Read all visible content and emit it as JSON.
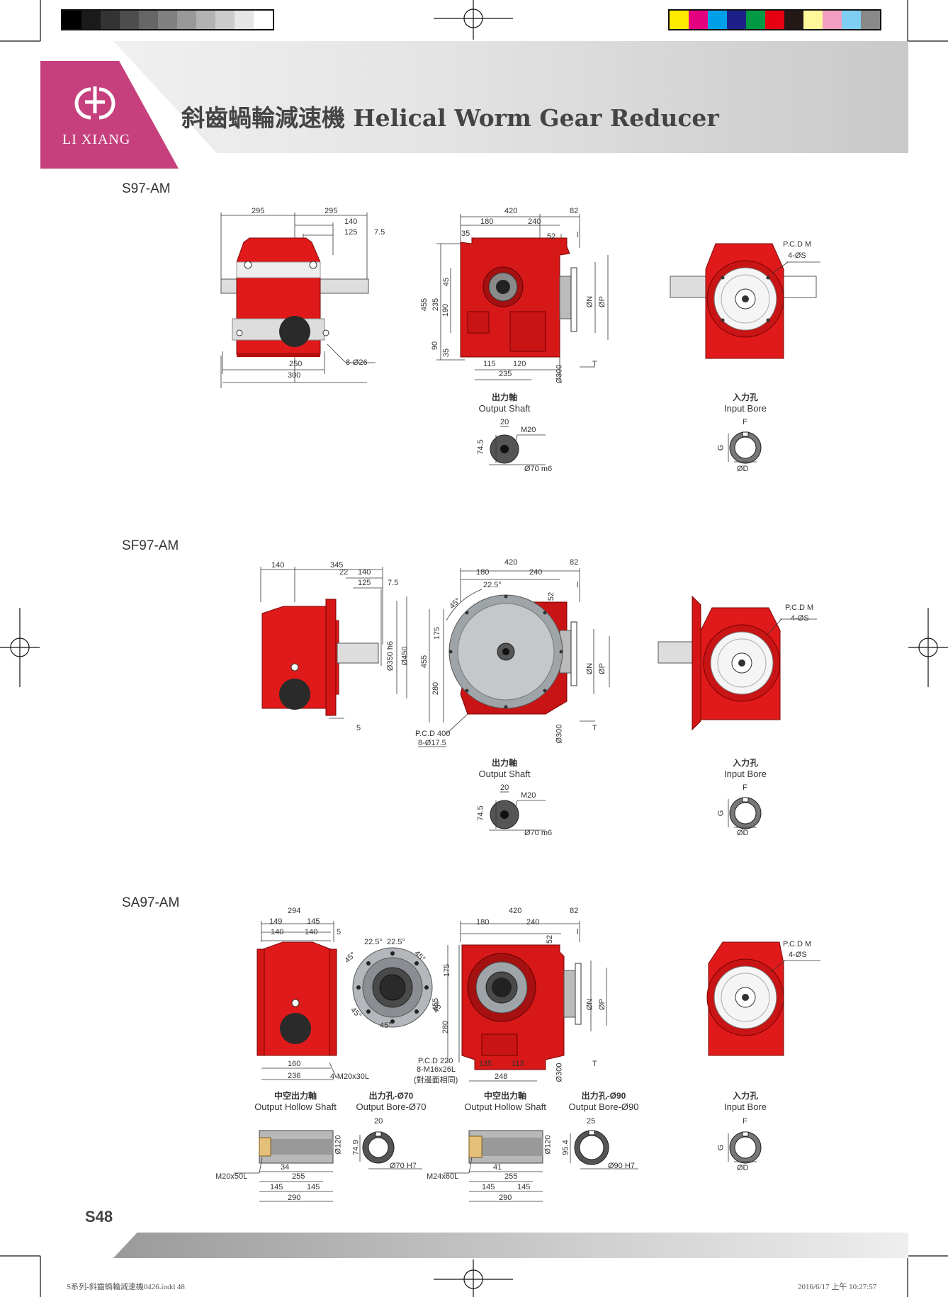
{
  "colors": {
    "brand": "#c5407c",
    "gear_red": "#e01a1a",
    "flange_gray": "#9ea4a8"
  },
  "header": {
    "brand": "LI XIANG",
    "title": "斜齒蝸輪減速機 Helical Worm Gear Reducer"
  },
  "sections": [
    {
      "name": "S97-AM",
      "dims": {
        "a": "295",
        "b": "295",
        "c": "140",
        "d": "125",
        "e": "7.5",
        "f": "250",
        "g": "300",
        "h": "8-Ø26",
        "w420": "420",
        "w180": "180",
        "w240": "240",
        "w82": "82",
        "w35": "35",
        "w52": "52",
        "h455": "455",
        "h235": "235",
        "h45": "45",
        "h190": "190",
        "h90": "90",
        "h35": "35",
        "b115": "115",
        "b120": "120",
        "b235": "235",
        "d300": "Ø300",
        "T": "T",
        "N": "ØN",
        "P": "ØP",
        "l": "l",
        "pcd": "P.C.D M",
        "s": "4-ØS"
      },
      "out": {
        "zh": "出力軸",
        "en": "Output Shaft",
        "k20": "20",
        "m20": "M20",
        "h745": "74.5",
        "phi": "Ø70 m6"
      },
      "inp": {
        "zh": "入力孔",
        "en": "Input Bore",
        "F": "F",
        "G": "G",
        "D": "ØD"
      }
    },
    {
      "name": "SF97-AM",
      "dims": {
        "a": "140",
        "b": "345",
        "c": "22",
        "d": "140",
        "e": "125",
        "f": "7.5",
        "g": "5",
        "h350": "Ø350 h6",
        "h450": "Ø450",
        "w420": "420",
        "w180": "180",
        "w240": "240",
        "w82": "82",
        "a225": "22.5°",
        "a45": "45°",
        "w52": "52",
        "h455": "455",
        "h175": "175",
        "h280": "280",
        "pcd400": "P.C.D 400",
        "holes": "8-Ø17.5",
        "d300": "Ø300",
        "T": "T",
        "N": "ØN",
        "P": "ØP",
        "l": "l",
        "pcd": "P.C.D M",
        "s": "4-ØS"
      },
      "out": {
        "zh": "出力軸",
        "en": "Output Shaft",
        "k20": "20",
        "m20": "M20",
        "h745": "74.5",
        "phi": "Ø70 m6"
      },
      "inp": {
        "zh": "入力孔",
        "en": "Input Bore",
        "F": "F",
        "G": "G",
        "D": "ØD"
      }
    },
    {
      "name": "SA97-AM",
      "dims": {
        "a294": "294",
        "a149": "149",
        "a145": "145",
        "a140a": "140",
        "a140b": "140",
        "a5": "5",
        "a160": "160",
        "a236": "236",
        "m2030": "4-M20x30L",
        "f45a": "45°",
        "f225a": "22.5°",
        "f225b": "22.5°",
        "f45b": "45°",
        "f45c": "45°",
        "f45d": "45°",
        "f45e": "45°",
        "w420": "420",
        "w180": "180",
        "w240": "240",
        "w82": "82",
        "w52": "52",
        "h455": "455",
        "h175": "175",
        "h280": "280",
        "pcd220": "P.C.D 220",
        "m16": "8-M16x26L",
        "opp": "(對邊面相同)",
        "b135": "135",
        "b113": "113",
        "b248": "248",
        "d300": "Ø300",
        "T": "T",
        "N": "ØN",
        "P": "ØP",
        "l": "l",
        "pcd": "P.C.D M",
        "s": "4-ØS"
      },
      "caps": [
        {
          "zh": "中空出力軸",
          "en": "Output Hollow Shaft"
        },
        {
          "zh": "出力孔-Ø70",
          "en": "Output Bore-Ø70"
        },
        {
          "zh": "中空出力軸",
          "en": "Output Hollow Shaft"
        },
        {
          "zh": "出力孔-Ø90",
          "en": "Output Bore-Ø90"
        },
        {
          "zh": "入力孔",
          "en": "Input Bore"
        }
      ],
      "h1": {
        "m": "M20x50L",
        "d120": "Ø120",
        "s34": "34",
        "s255": "255",
        "s145a": "145",
        "s145b": "145",
        "s290": "290"
      },
      "b1": {
        "k20": "20",
        "h749": "74.9",
        "phi": "Ø70 H7"
      },
      "h2": {
        "m": "M24x60L",
        "d120": "Ø120",
        "s41": "41",
        "s255": "255",
        "s145a": "145",
        "s145b": "145",
        "s290": "290"
      },
      "b2": {
        "k25": "25",
        "h954": "95.4",
        "phi": "Ø90 H7"
      },
      "inp": {
        "F": "F",
        "G": "G",
        "D": "ØD"
      }
    }
  ],
  "footer": {
    "page": "S48",
    "file": "S系列-斜齒蝸輪減速機0426.indd   48",
    "date": "2016/6/17   上午 10:27:57"
  }
}
